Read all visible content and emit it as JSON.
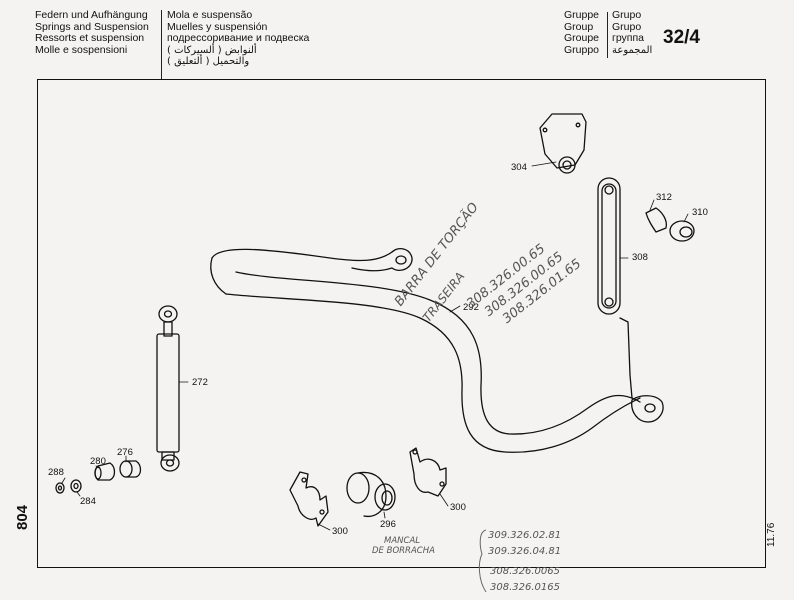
{
  "header": {
    "left_lines": [
      "Federn und Aufhängung",
      "Springs and Suspension",
      "Ressorts et suspension",
      "Molle e sospensioni"
    ],
    "mid_lines": [
      "Mola e suspensão",
      "Muelles y suspensión",
      "подрессоривание и подвеска"
    ],
    "mid_arabic_lines": [
      "ألنوابض ( ألسيركات )",
      "والتحميل ( ألتعليق )"
    ],
    "group_labels": [
      "Gruppe",
      "Group",
      "Groupe",
      "Gruppo"
    ],
    "group_labels2": [
      "Grupo",
      "Grupo",
      "группа",
      "المجموعة"
    ],
    "group_number": "32/4"
  },
  "page_number": "804",
  "date_code": "11.76",
  "part_labels": {
    "p304": "304",
    "p312": "312",
    "p310": "310",
    "p308": "308",
    "p292": "292",
    "p272": "272",
    "p276": "276",
    "p280": "280",
    "p288": "288",
    "p284": "284",
    "p300a": "300",
    "p296": "296",
    "p300b": "300"
  },
  "handwriting": {
    "diag1": "BARRA DE TORÇÃO",
    "diag2": "TRASEIRA",
    "diag3": "308.326.00.65",
    "diag4": "308.326.00.65",
    "diag5": "308.326.01.65",
    "manual1": "MANCAL",
    "manual2": "DE BORRACHA",
    "list": [
      "309.326.02.81",
      "309.326.04.81",
      "308.326.0065",
      "308.326.0165"
    ]
  }
}
